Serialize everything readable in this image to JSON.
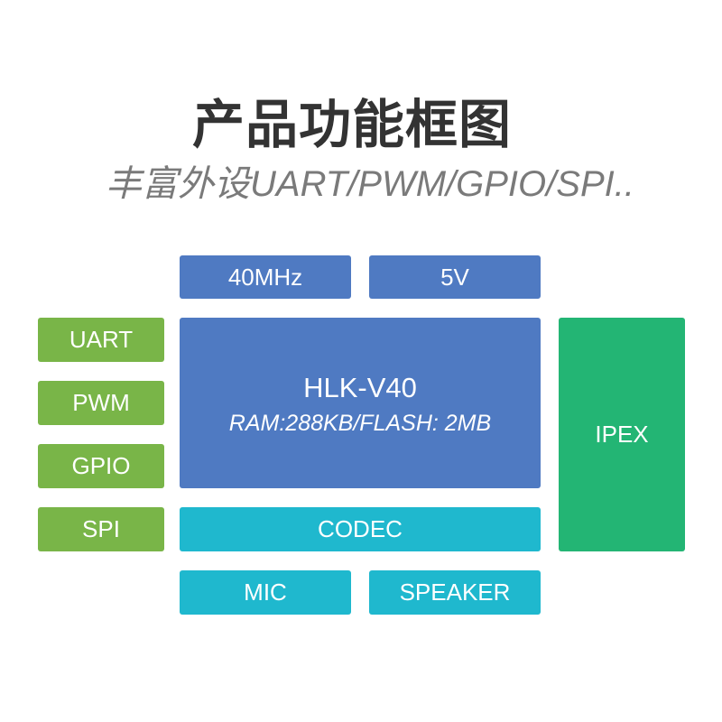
{
  "title": "产品功能框图",
  "subtitle": "丰富外设UART/PWM/GPIO/SPI..",
  "top": {
    "clock": "40MHz",
    "power": "5V"
  },
  "peripherals": [
    "UART",
    "PWM",
    "GPIO",
    "SPI"
  ],
  "chip": {
    "name": "HLK-V40",
    "memory": "RAM:288KB/FLASH: 2MB"
  },
  "codec": "CODEC",
  "audio": {
    "mic": "MIC",
    "speaker": "SPEAKER"
  },
  "antenna": "IPEX",
  "colors": {
    "blue": "#4f7ac2",
    "green": "#79b548",
    "teal": "#23b574",
    "cyan": "#1fb8ce",
    "title": "#333333",
    "subtitle": "#7a7a7a"
  }
}
